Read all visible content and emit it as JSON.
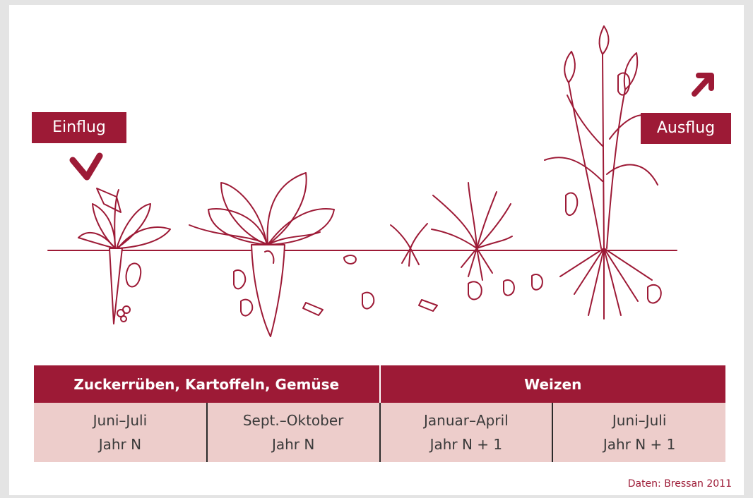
{
  "labels": {
    "einflug": "Einflug",
    "ausflug": "Ausflug"
  },
  "table": {
    "headers": [
      {
        "label": "Zuckerrüben, Kartoffeln, Gemüse",
        "span": 2
      },
      {
        "label": "Weizen",
        "span": 2
      }
    ],
    "stages": [
      {
        "period": "Juni–Juli",
        "year": "Jahr N"
      },
      {
        "period": "Sept.–Oktober",
        "year": "Jahr N"
      },
      {
        "period": "Januar–April",
        "year": "Jahr N + 1"
      },
      {
        "period": "Juni–Juli",
        "year": "Jahr N + 1"
      }
    ]
  },
  "source": "Daten: Bressan 2011",
  "colors": {
    "accent": "#9d1a36",
    "row_background": "#edcdcb",
    "page_background": "#e4e4e4"
  },
  "icons": [
    "arrow-down-right-icon",
    "arrow-up-right-icon"
  ]
}
